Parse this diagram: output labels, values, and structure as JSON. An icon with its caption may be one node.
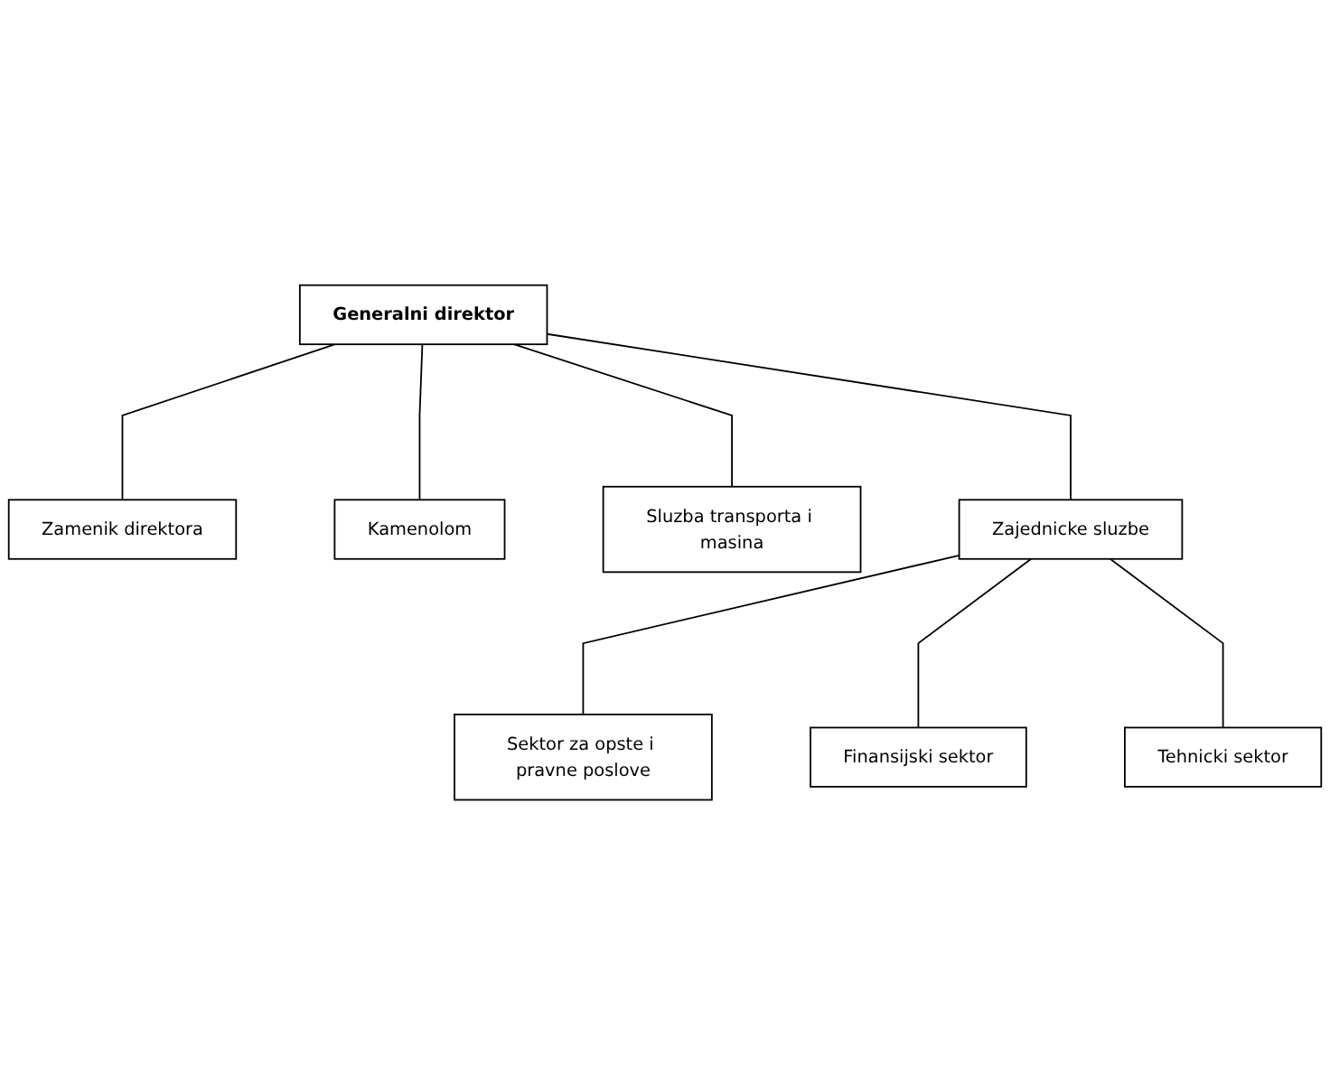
{
  "diagram": {
    "nodes": [
      {
        "text": [
          "Generalni direktor"
        ]
      },
      {
        "text": [
          "Zamenik direktora"
        ]
      },
      {
        "text": [
          "Kamenolom"
        ]
      },
      {
        "text": [
          "Sluzba transporta i masina"
        ]
      },
      {
        "text": [
          "Zajednicke sluzbe"
        ]
      },
      {
        "text": [
          "Sektor za opste i pravne poslove"
        ]
      },
      {
        "text": [
          "Finansijski sektor"
        ]
      },
      {
        "text": [
          "Tehnicki sektor"
        ]
      }
    ],
    "edges": [
      {
        "from": 0,
        "to": 1,
        "arrow": "none"
      },
      {
        "from": 0,
        "to": 2,
        "arrow": "none"
      },
      {
        "from": 0,
        "to": 3,
        "arrow": "none"
      },
      {
        "from": 0,
        "to": 4,
        "arrow": "none"
      },
      {
        "from": 4,
        "to": 5,
        "arrow": "none"
      },
      {
        "from": 4,
        "to": 6,
        "arrow": "none"
      },
      {
        "from": 4,
        "to": 7,
        "arrow": "none"
      }
    ]
  }
}
